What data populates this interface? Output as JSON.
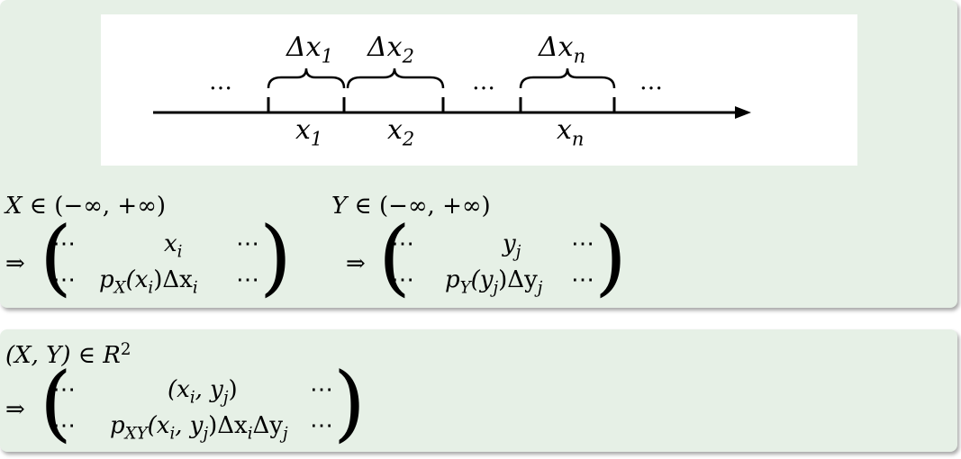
{
  "figure": {
    "top_labels": [
      {
        "sym": "Δx",
        "sub": "1"
      },
      {
        "sym": "Δx",
        "sub": "2"
      },
      {
        "sym": "Δx",
        "sub": "n"
      }
    ],
    "bottom_labels": [
      {
        "sym": "x",
        "sub": "1"
      },
      {
        "sym": "x",
        "sub": "2"
      },
      {
        "sym": "x",
        "sub": "n"
      }
    ],
    "ellipsis": "…"
  },
  "x_set": {
    "lhs": "X",
    "op": "∈",
    "interval": "(−∞, +∞)"
  },
  "y_set": {
    "lhs": "Y",
    "op": "∈",
    "interval": "(−∞, +∞)"
  },
  "arrow": "⇒",
  "x_matrix": {
    "r1": [
      "⋯",
      "x",
      "i",
      "⋯"
    ],
    "r2": {
      "l": "⋯",
      "p": "p",
      "ps": "X",
      "arg": "(x",
      "args": "i",
      "argc": ")Δx",
      "ds": "i",
      "r": "⋯"
    }
  },
  "y_matrix": {
    "r1": [
      "⋯",
      "y",
      "j",
      "⋯"
    ],
    "r2": {
      "l": "⋯",
      "p": "p",
      "ps": "Y",
      "arg": "(y",
      "args": "j",
      "argc": ")Δy",
      "ds": "j",
      "r": "⋯"
    }
  },
  "xy_set": {
    "lhs": "(X, Y)",
    "op": "∈",
    "rhs": "R",
    "sup": "2"
  },
  "xy_matrix": {
    "r1": {
      "l": "⋯",
      "a": "(x",
      "as": "i",
      "b": ", y",
      "bs": "j",
      "c": ")",
      "r": "⋯"
    },
    "r2": {
      "l": "⋯",
      "p": "p",
      "ps": "XY",
      "a": "(x",
      "as": "i",
      "b": ", y",
      "bs": "j",
      "c": ")Δx",
      "cs": "i",
      "d": "Δy",
      "ds": "j",
      "r": "⋯"
    }
  }
}
